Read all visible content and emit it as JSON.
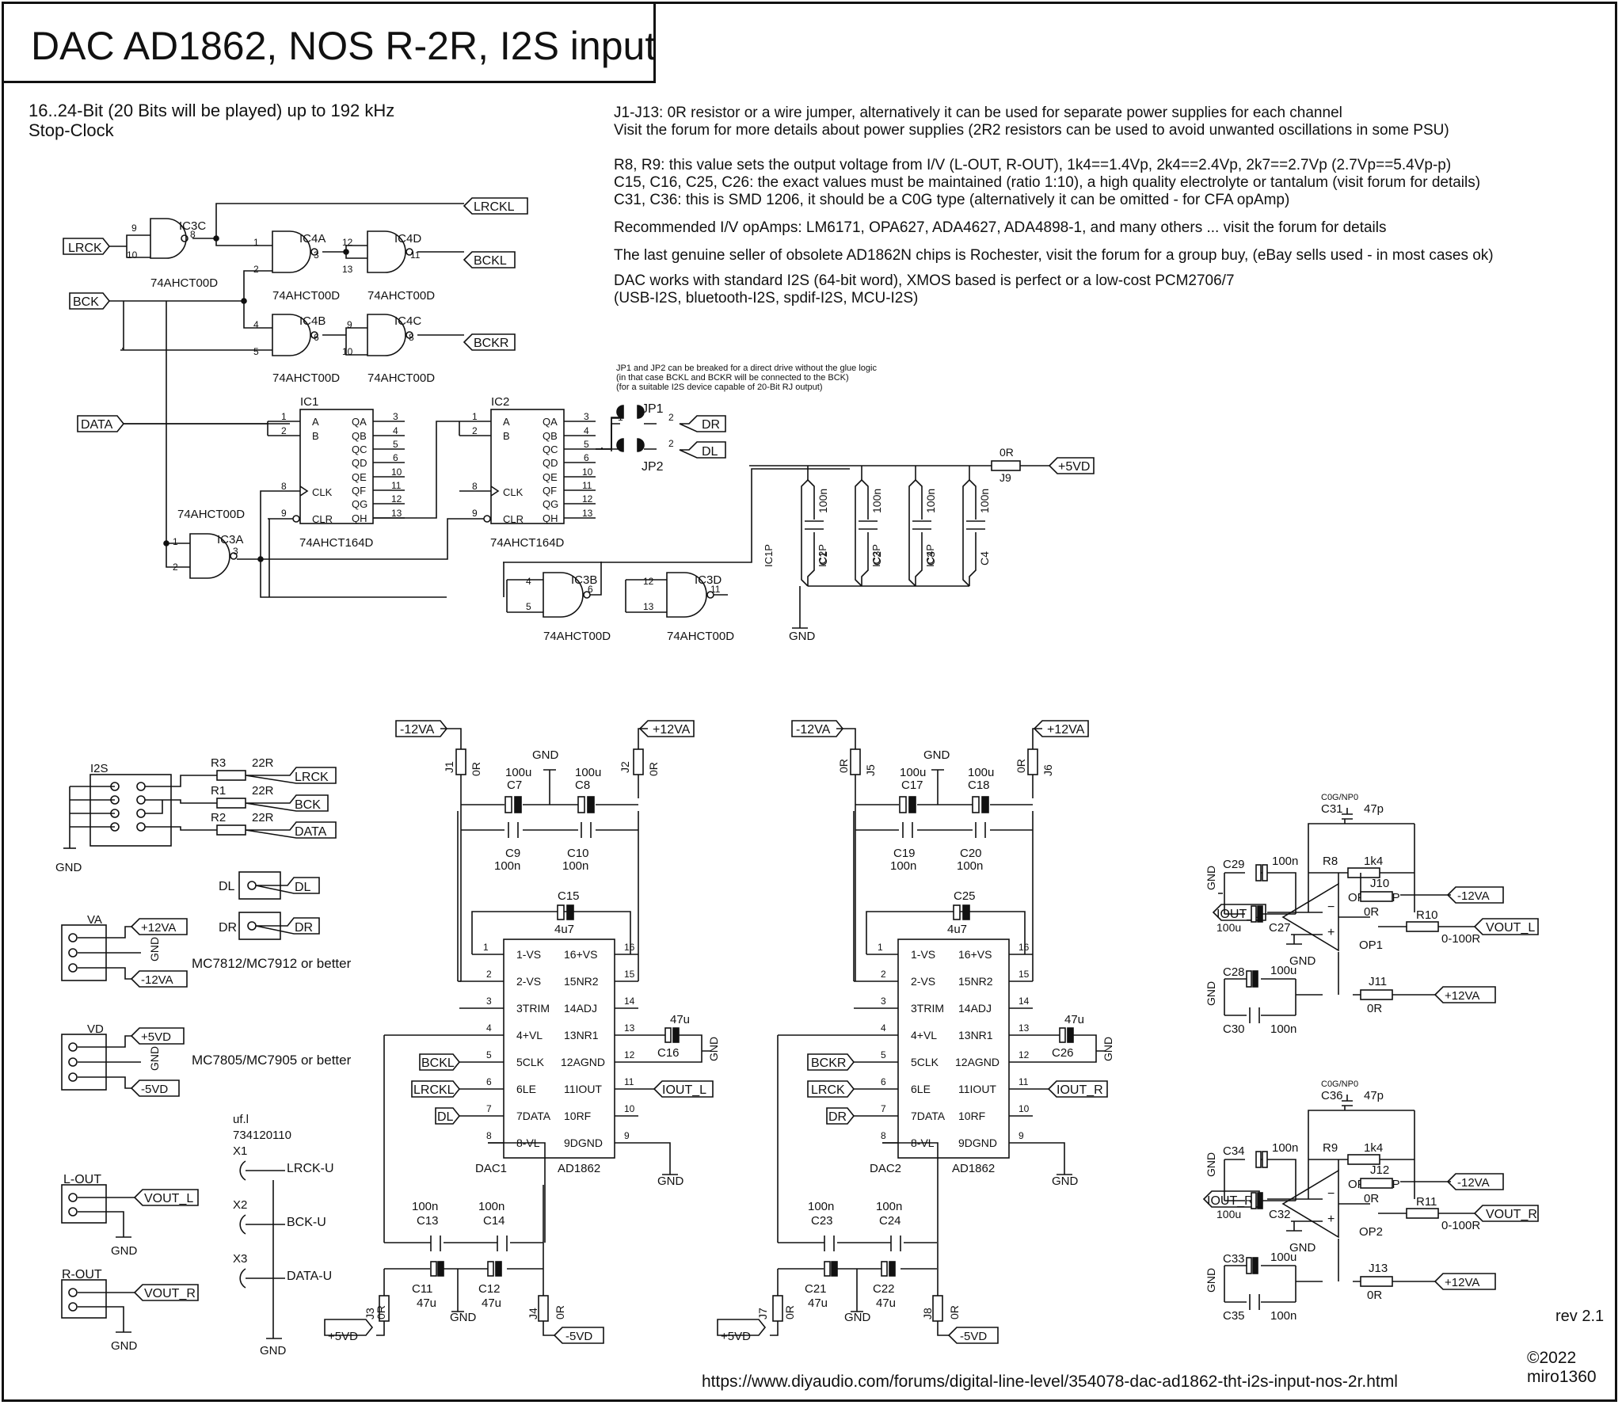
{
  "title": "DAC AD1862, NOS R-2R, I2S input",
  "specs": {
    "line1": "16..24-Bit (20 Bits will be played) up to 192 kHz",
    "line2": "Stop-Clock"
  },
  "notes": [
    "J1-J13: 0R resistor or a wire jumper, alternatively it can be used for separate power supplies for each channel",
    "Visit the forum for more details about power supplies (2R2 resistors can be used to avoid unwanted oscillations in some PSU)",
    "R8, R9: this value sets the output voltage from I/V (L-OUT, R-OUT), 1k4==1.4Vp, 2k4==2.4Vp, 2k7==2.7Vp (2.7Vp==5.4Vp-p)",
    "C15, C16, C25, C26: the exact values must be maintained (ratio 1:10), a high quality electrolyte or tantalum (visit forum for details)",
    "C31, C36: this is SMD 1206, it should be a C0G type (alternatively it can be omitted - for CFA opAmp)",
    "Recommended I/V opAmps: LM6171, OPA627, ADA4627, ADA4898-1, and many others ... visit the forum for details",
    "The last genuine seller of obsolete AD1862N chips is Rochester, visit the forum for a group buy, (eBay sells used - in most cases ok)",
    "DAC works with standard I2S (64-bit word), XMOS based is perfect or a low-cost PCM2706/7",
    "(USB-I2S, bluetooth-I2S, spdif-I2S, MCU-I2S)"
  ],
  "jp_note": [
    "JP1 and JP2 can be breaked for a direct drive without the glue logic",
    "(in that case BCKL and BCKR will be connected to the BCK)",
    "(for a suitable I2S device capable of 20-Bit RJ output)"
  ],
  "nets": {
    "lrck": "LRCK",
    "bck": "BCK",
    "data": "DATA",
    "lrckl": "LRCKL",
    "bckl": "BCKL",
    "bckr": "BCKR",
    "dr": "DR",
    "dl": "DL",
    "p5vd": "+5VD",
    "m5vd": "-5VD",
    "p12va": "+12VA",
    "m12va": "-12VA",
    "gnd": "GND",
    "iout_l": "IOUT_L",
    "iout_r": "IOUT_R",
    "vout_l": "VOUT_L",
    "vout_r": "VOUT_R",
    "lrck_u": "LRCK-U",
    "bck_u": "BCK-U",
    "data_u": "DATA-U"
  },
  "parts": {
    "ic3c": "IC3C",
    "ic4a": "IC4A",
    "ic4d": "IC4D",
    "ic4b": "IC4B",
    "ic4c": "IC4C",
    "ic3a": "IC3A",
    "ic3b": "IC3B",
    "ic3d": "IC3D",
    "ic1": "IC1",
    "ic2": "IC2",
    "nand": "74AHCT00D",
    "shift": "74AHCT164D",
    "jp1": "JP1",
    "jp2": "JP2",
    "j9": "J9",
    "i2s": "I2S",
    "va": "VA",
    "vd": "VD",
    "lout": "L-OUT",
    "rout": "R-OUT",
    "mc12": "MC7812/MC7912 or better",
    "mc05": "MC7805/MC7905 or better",
    "uf": "uf.l",
    "uf_pn": "734120110",
    "x1": "X1",
    "x2": "X2",
    "x3": "X3",
    "r1": "R1",
    "r2": "R2",
    "r3": "R3",
    "r22": "22R",
    "dac1": "DAC1",
    "dac2": "DAC2",
    "ad1862": "AD1862",
    "op1": "OP1",
    "op2": "OP2",
    "opa": "OPA627P",
    "c0g": "C0G/NP0"
  },
  "values": {
    "zero": "0R",
    "c100n": "100n",
    "c100u": "100u",
    "c4u7": "4u7",
    "c47u": "47u",
    "c47p": "47p",
    "r1k4": "1k4",
    "r0_100": "0-100R"
  },
  "footer": {
    "url": "https://www.diyaudio.com/forums/digital-line-level/354078-dac-ad1862-tht-i2s-input-nos-2r.html",
    "rev": "rev 2.1",
    "copyright": "©2022",
    "author": "miro1360"
  }
}
